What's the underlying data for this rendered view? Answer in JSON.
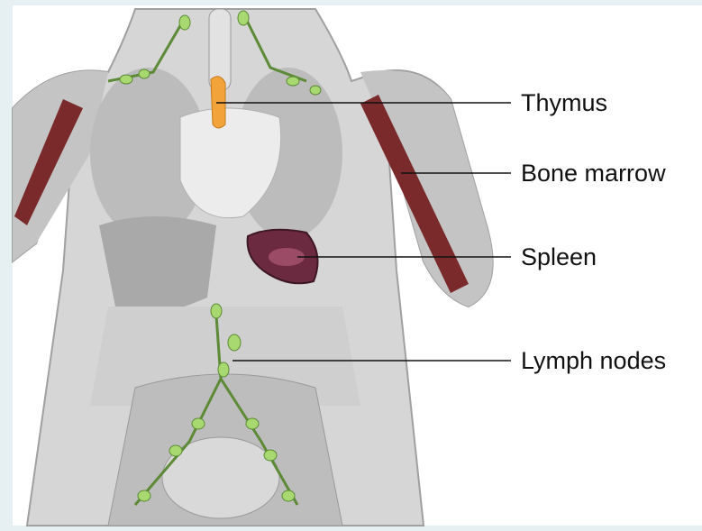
{
  "labels": {
    "thymus": "Thymus",
    "bone_marrow": "Bone marrow",
    "spleen": "Spleen",
    "lymph_nodes": "Lymph nodes"
  },
  "colors": {
    "frame": "#e6f0f3",
    "tissue": "#c8c8c8",
    "lymph_node": "#a8d870",
    "thymus": "#f2a33a",
    "marrow": "#7a2a2a",
    "spleen": "#6b2a3f",
    "leader_line": "#111111"
  }
}
